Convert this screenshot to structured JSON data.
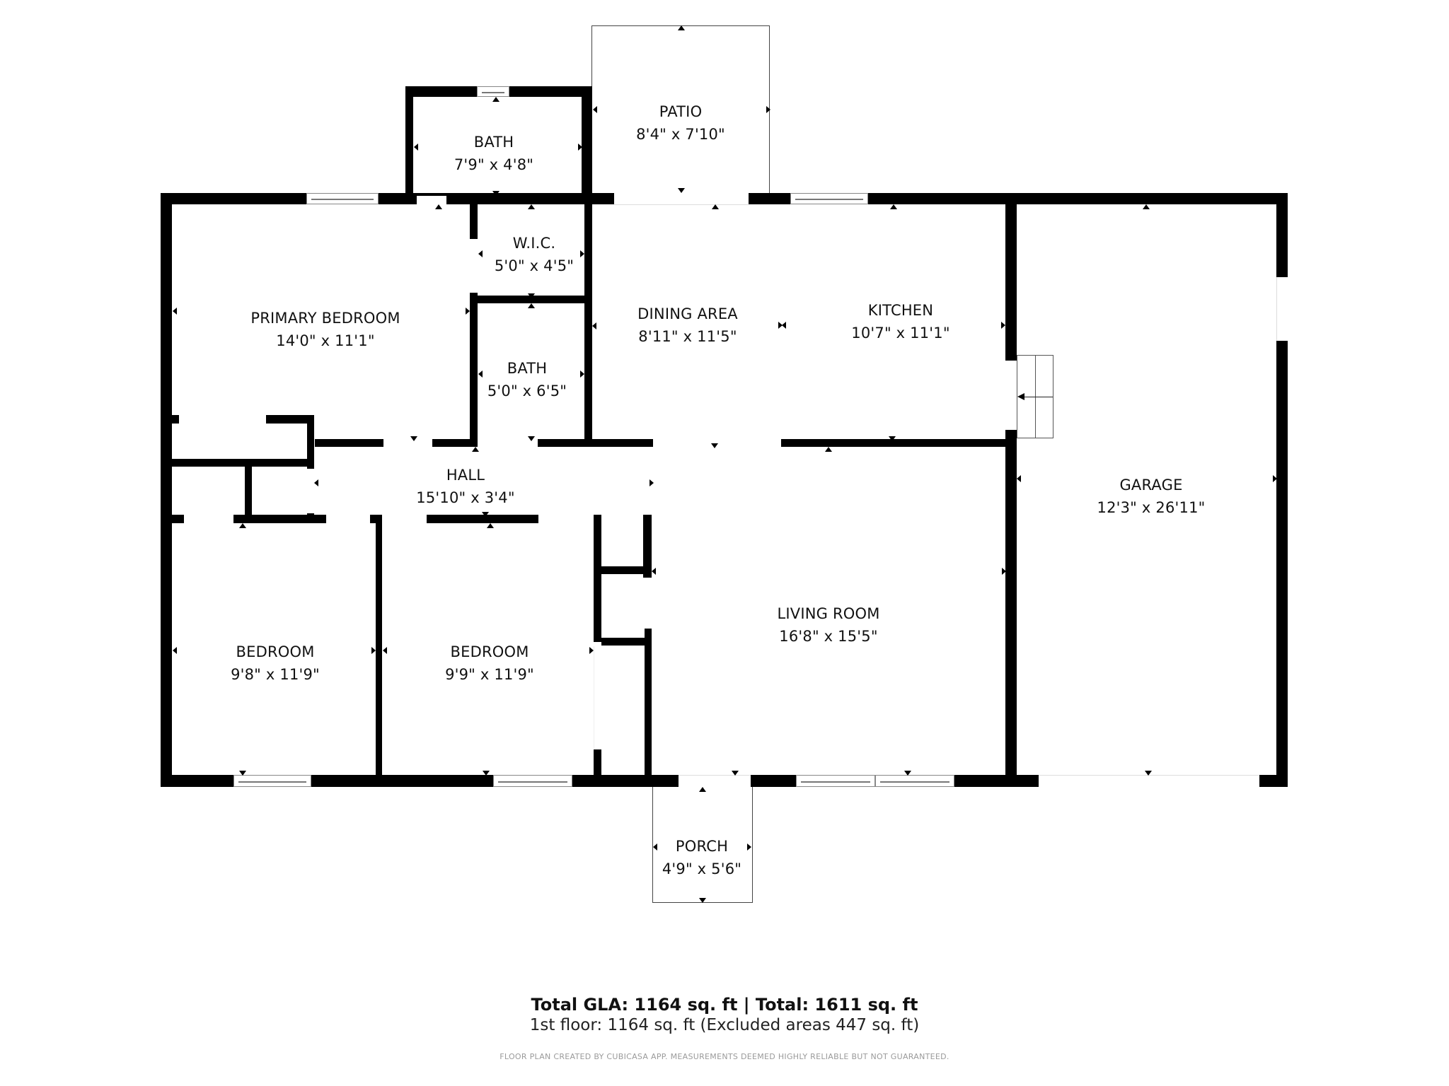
{
  "floor_plan": {
    "rooms": [
      {
        "id": "top-bath",
        "name": "BATH",
        "dimensions": "7'9\" x 4'8\""
      },
      {
        "id": "patio",
        "name": "PATIO",
        "dimensions": "8'4\" x 7'10\""
      },
      {
        "id": "primary-bedroom",
        "name": "PRIMARY BEDROOM",
        "dimensions": "14'0\" x 11'1\""
      },
      {
        "id": "wic",
        "name": "W.I.C.",
        "dimensions": "5'0\" x 4'5\""
      },
      {
        "id": "ensuite-bath",
        "name": "BATH",
        "dimensions": "5'0\" x 6'5\""
      },
      {
        "id": "dining-area",
        "name": "DINING AREA",
        "dimensions": "8'11\" x 11'5\""
      },
      {
        "id": "kitchen",
        "name": "KITCHEN",
        "dimensions": "10'7\" x 11'1\""
      },
      {
        "id": "garage",
        "name": "GARAGE",
        "dimensions": "12'3\" x 26'11\""
      },
      {
        "id": "hall",
        "name": "HALL",
        "dimensions": "15'10\" x 3'4\""
      },
      {
        "id": "bedroom-1",
        "name": "BEDROOM",
        "dimensions": "9'8\" x 11'9\""
      },
      {
        "id": "bedroom-2",
        "name": "BEDROOM",
        "dimensions": "9'9\" x 11'9\""
      },
      {
        "id": "living-room",
        "name": "LIVING ROOM",
        "dimensions": "16'8\" x 15'5\""
      },
      {
        "id": "porch",
        "name": "PORCH",
        "dimensions": "4'9\" x 5'6\""
      }
    ]
  },
  "summary": {
    "totals": "Total GLA: 1164 sq. ft | Total: 1611 sq. ft",
    "floor_line": "1st floor: 1164 sq. ft (Excluded areas 447 sq. ft)",
    "disclaimer": "FLOOR PLAN CREATED BY CUBICASA APP. MEASUREMENTS DEEMED HIGHLY RELIABLE BUT NOT GUARANTEED."
  },
  "colors": {
    "wall": "#000000",
    "background": "#ffffff",
    "text": "#111111",
    "disclaimer": "#9a9a9a"
  }
}
